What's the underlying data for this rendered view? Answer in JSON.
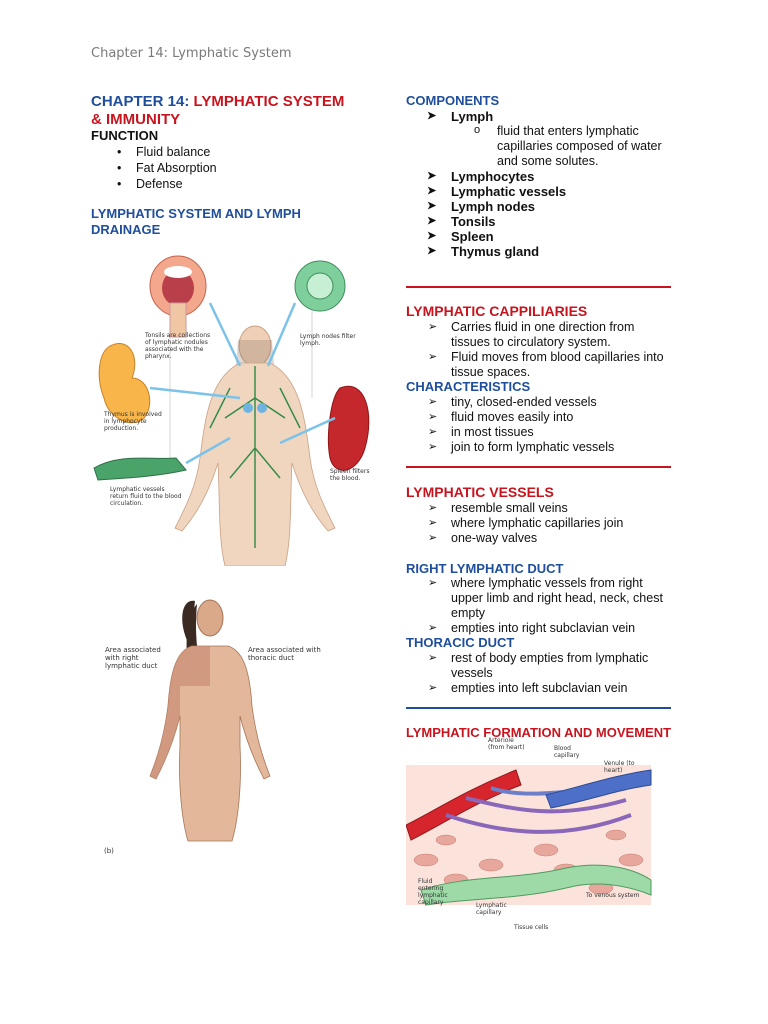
{
  "header": {
    "running": "Chapter 14: Lymphatic System"
  },
  "left": {
    "chapter_prefix": "CHAPTER 14: ",
    "chapter_title_1": "LYMPHATIC SYSTEM",
    "chapter_title_2": "& IMMUNITY",
    "function_heading": "FUNCTION",
    "functions": [
      "Fluid balance",
      "Fat Absorption",
      "Defense"
    ],
    "drainage_heading_1": "LYMPHATIC SYSTEM AND LYMPH",
    "drainage_heading_2": "DRAINAGE",
    "fig1_labels": {
      "tonsils": "Tonsils are collections of lymphatic nodules associated with the pharynx.",
      "nodes": "Lymph nodes filter lymph.",
      "thymus": "Thymus is involved in lymphocyte production.",
      "spleen": "Spleen filters the blood.",
      "vessels": "Lymphatic vessels return fluid to the blood circulation."
    },
    "fig2_labels": {
      "right": "Area associated with right lymphatic duct",
      "thoracic": "Area associated with thoracic duct",
      "panel": "(b)"
    }
  },
  "right": {
    "components_heading": "COMPONENTS",
    "lymph": "Lymph",
    "lymph_desc_1": "fluid that enters lymphatic",
    "lymph_desc_2": "capillaries composed of water",
    "lymph_desc_3": "and some solutes.",
    "components": [
      "Lymphocytes",
      "Lymphatic vessels",
      "Lymph nodes",
      "Tonsils",
      "Spleen",
      "Thymus gland"
    ],
    "capillaries_heading": "LYMPHATIC CAPPILIARIES",
    "capillaries_items": [
      [
        "Carries fluid in one direction from",
        "tissues to circulatory system."
      ],
      [
        "Fluid moves from blood capillaries into",
        "tissue spaces."
      ]
    ],
    "characteristics_heading": "CHARACTERISTICS",
    "characteristics": [
      "tiny, closed-ended vessels",
      "fluid moves easily into",
      "in most tissues",
      "join to form lymphatic vessels"
    ],
    "vessels_heading": "LYMPHATIC VESSELS",
    "vessels": [
      "resemble small veins",
      "where lymphatic capillaries join",
      "one-way valves"
    ],
    "right_duct_heading": "RIGHT LYMPHATIC DUCT",
    "right_duct_items": [
      [
        "where lymphatic vessels from right",
        "upper limb and right head, neck, chest",
        "empty"
      ],
      [
        "empties into right subclavian vein"
      ]
    ],
    "thoracic_heading": "THORACIC DUCT",
    "thoracic_items": [
      [
        "rest of body empties from lymphatic",
        "vessels"
      ],
      [
        "empties into left subclavian vein"
      ]
    ],
    "formation_heading": "LYMPHATIC FORMATION AND MOVEMENT",
    "fig3_labels": {
      "arteriole": "Arteriole (from heart)",
      "blood_cap": "Blood capillary",
      "venule": "Venule (to heart)",
      "fluid": "Fluid entering lymphatic capillary",
      "lymph_cap": "Lymphatic capillary",
      "venous": "To venous system",
      "tissue": "Tissue cells"
    }
  },
  "colors": {
    "blue": "#1f4e9c",
    "red": "#c8141e"
  }
}
